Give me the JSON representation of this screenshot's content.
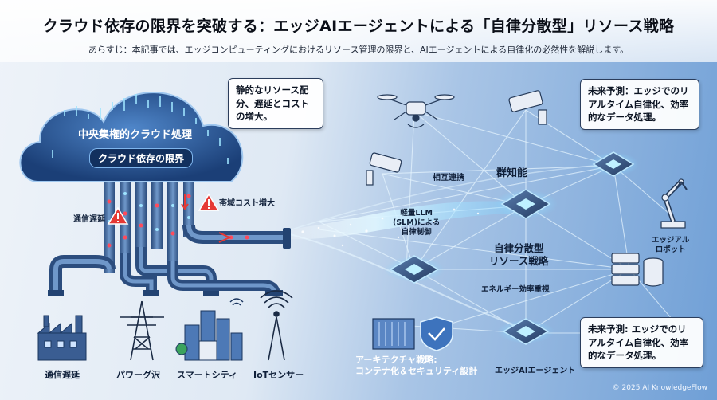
{
  "header": {
    "title": "クラウド依存の限界を突破する：エッジAIエージェントによる「自律分散型」リソース戦略",
    "subtitle": "あらすじ：本記事では、エッジコンピューティングにおけるリソース管理の限界と、AIエージェントによる自律化の必然性を解説します。"
  },
  "cloud": {
    "label_top": "中央集権的クラウド処理",
    "label_bottom": "クラウド依存の限界"
  },
  "warnings": {
    "latency": "通信遅延",
    "bandwidth": "帯域コスト増大"
  },
  "callouts": {
    "static": "静的なリソース配分、遅延とコストの増大。",
    "future_top": "未来予測：エッジでのリアルタイム自律化、効率的なデータ処理。",
    "future_bottom": "未来予測: エッジでのリアルタイム自律化、効率的なデータ処理。"
  },
  "bottom_icons": [
    {
      "label": "通信遅延",
      "icon": "factory-icon"
    },
    {
      "label": "パワーグ沢",
      "icon": "power-tower-icon"
    },
    {
      "label": "スマートシティ",
      "icon": "city-icon"
    },
    {
      "label": "IoTセンサー",
      "icon": "iot-antenna-icon"
    }
  ],
  "network": {
    "mutual": "相互連携",
    "swarm": "群知能",
    "slm": "軽量LLM\n(SLM)による\n自律制御",
    "strategy": "自律分散型\nリソース戦略",
    "energy": "エネルギー効率重視",
    "robot": "エッジアル\nロボット",
    "architecture": "アーキテクチャ戦略:\nコンテナ化＆セキュリティ設計",
    "edge_agent": "エッジAIエージェント"
  },
  "footer": {
    "copyright": "© 2025 AI KnowledgeFlow"
  },
  "colors": {
    "accent": "#1d3f78",
    "glow": "#7fd4ff",
    "warning": "#e53935"
  }
}
